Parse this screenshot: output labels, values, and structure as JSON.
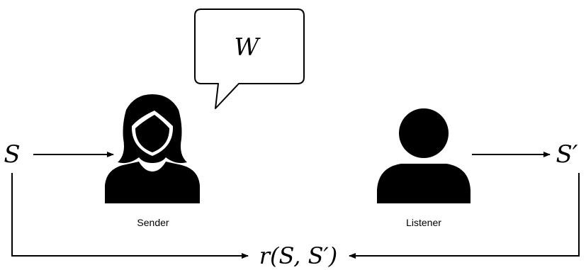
{
  "speech_bubble": {
    "message": "W"
  },
  "sender": {
    "label": "Sender",
    "input_state": "S"
  },
  "listener": {
    "label": "Listener",
    "output_state": "S′"
  },
  "reward": {
    "label": "r(S, S′)"
  },
  "icons": {
    "sender": "woman-person-icon",
    "listener": "person-icon"
  },
  "colors": {
    "ink": "#000000",
    "background": "#ffffff"
  }
}
